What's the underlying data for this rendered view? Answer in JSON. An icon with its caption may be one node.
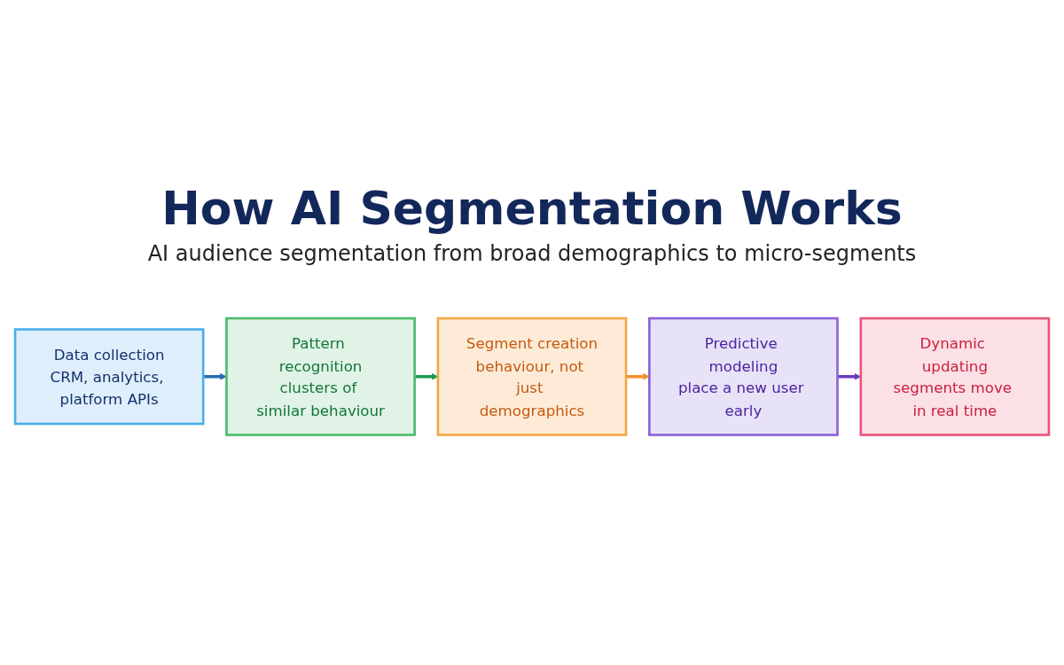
{
  "diagram": {
    "title": "How AI Segmentation Works",
    "nodes": [
      {
        "text": [
          "Data collection",
          "CRM, analytics, platform APIs"
        ]
      },
      {
        "text": [
          "Pattern recognition",
          "clusters of similar behaviour"
        ]
      },
      {
        "text": [
          "Segment creation",
          "behaviour, not just demographics"
        ]
      },
      {
        "text": [
          "Predictive modeling",
          "place a new user early"
        ]
      },
      {
        "text": [
          "Dynamic updating",
          "segments move in real time"
        ]
      }
    ],
    "edges": [
      {
        "from": 0,
        "to": 1,
        "arrow": "to",
        "color": "#2a6cb0"
      },
      {
        "from": 1,
        "to": 2,
        "arrow": "to",
        "color": "#1e9a50"
      },
      {
        "from": 2,
        "to": 3,
        "arrow": "to",
        "color": "#f7902a"
      },
      {
        "from": 3,
        "to": 4,
        "arrow": "to",
        "color": "#6a3cc0"
      }
    ],
    "labels": [
      "AI audience segmentation from broad demographics to micro-segments"
    ]
  }
}
